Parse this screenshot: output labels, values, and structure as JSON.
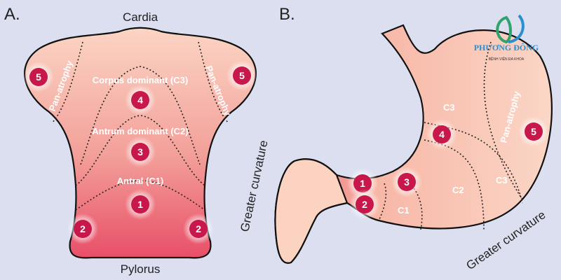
{
  "panel_a": {
    "letter": "A.",
    "top_label": "Cardia",
    "bottom_label": "Pylorus",
    "side_label": "Greater curvature",
    "regions": [
      "Pan-atrophy",
      "Pan-atrophy",
      "Corpus dominant (C3)",
      "Antrum dominant (C2)",
      "Antral (C1)"
    ],
    "markers": [
      "5",
      "5",
      "4",
      "3",
      "1",
      "2",
      "2"
    ]
  },
  "panel_b": {
    "letter": "B.",
    "side_label": "Greater curvature",
    "regions": [
      "C3",
      "C2",
      "C3",
      "C1",
      "Pan-atrophy"
    ],
    "markers": [
      "1",
      "2",
      "3",
      "4",
      "5"
    ]
  },
  "logo": {
    "name": "PHƯƠNG ĐÔNG",
    "subtitle": "BỆNH VIỆN ĐA KHOA"
  },
  "colors": {
    "background": "#dcdff0",
    "stomach_light": "#fbd3c0",
    "stomach_dark": "#e9516a",
    "marker": "#c8174a"
  }
}
